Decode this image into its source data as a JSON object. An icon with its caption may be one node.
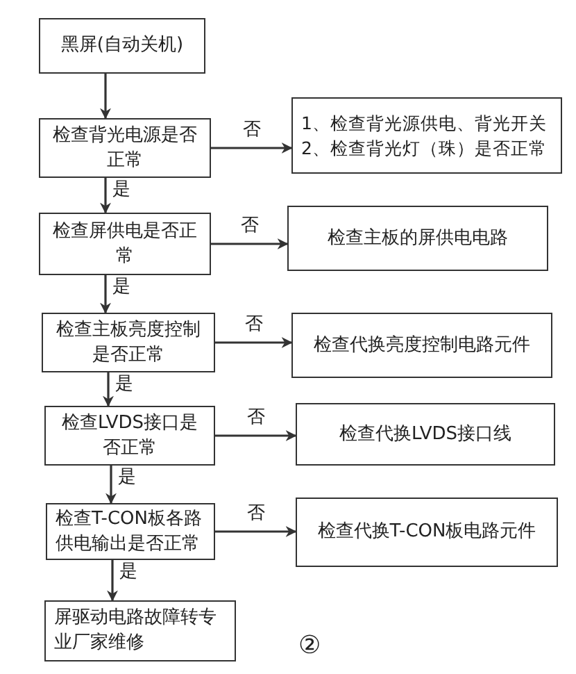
{
  "diagram": {
    "nodes": [
      {
        "text": [
          "黑屏(自动关机)"
        ]
      },
      {
        "text": [
          "检查背光电源是否正常"
        ]
      },
      {
        "text": [
          "1、检查背光源供电、背光开关",
          "2、检查背光灯（珠）是否正常"
        ]
      },
      {
        "text": [
          "检查屏供电是否正常"
        ]
      },
      {
        "text": [
          "检查主板的屏供电电路"
        ]
      },
      {
        "text": [
          "检查主板亮度控制是否正常"
        ]
      },
      {
        "text": [
          "检查代换亮度控制电路元件"
        ]
      },
      {
        "text": [
          "检查LVDS接口是否正常"
        ]
      },
      {
        "text": [
          "检查代换LVDS接口线"
        ]
      },
      {
        "text": [
          "检查T-CON板各路供电输出是否正常"
        ]
      },
      {
        "text": [
          "检查代换T-CON板电路元件"
        ]
      },
      {
        "text": [
          "屏驱动电路故障转专业厂家维修"
        ]
      }
    ],
    "edges": [
      {
        "from": 0,
        "to": 1,
        "arrow": "to"
      },
      {
        "from": 1,
        "to": 2,
        "arrow": "to",
        "label": "否"
      },
      {
        "from": 1,
        "to": 3,
        "arrow": "to",
        "label": "是"
      },
      {
        "from": 3,
        "to": 4,
        "arrow": "to",
        "label": "否"
      },
      {
        "from": 3,
        "to": 5,
        "arrow": "to",
        "label": "是"
      },
      {
        "from": 5,
        "to": 6,
        "arrow": "to",
        "label": "否"
      },
      {
        "from": 5,
        "to": 7,
        "arrow": "to",
        "label": "是"
      },
      {
        "from": 7,
        "to": 8,
        "arrow": "to",
        "label": "否"
      },
      {
        "from": 7,
        "to": 9,
        "arrow": "to",
        "label": "是"
      },
      {
        "from": 9,
        "to": 10,
        "arrow": "to",
        "label": "否"
      },
      {
        "from": 9,
        "to": 11,
        "arrow": "to",
        "label": "是"
      }
    ],
    "labels": [
      "②"
    ]
  }
}
